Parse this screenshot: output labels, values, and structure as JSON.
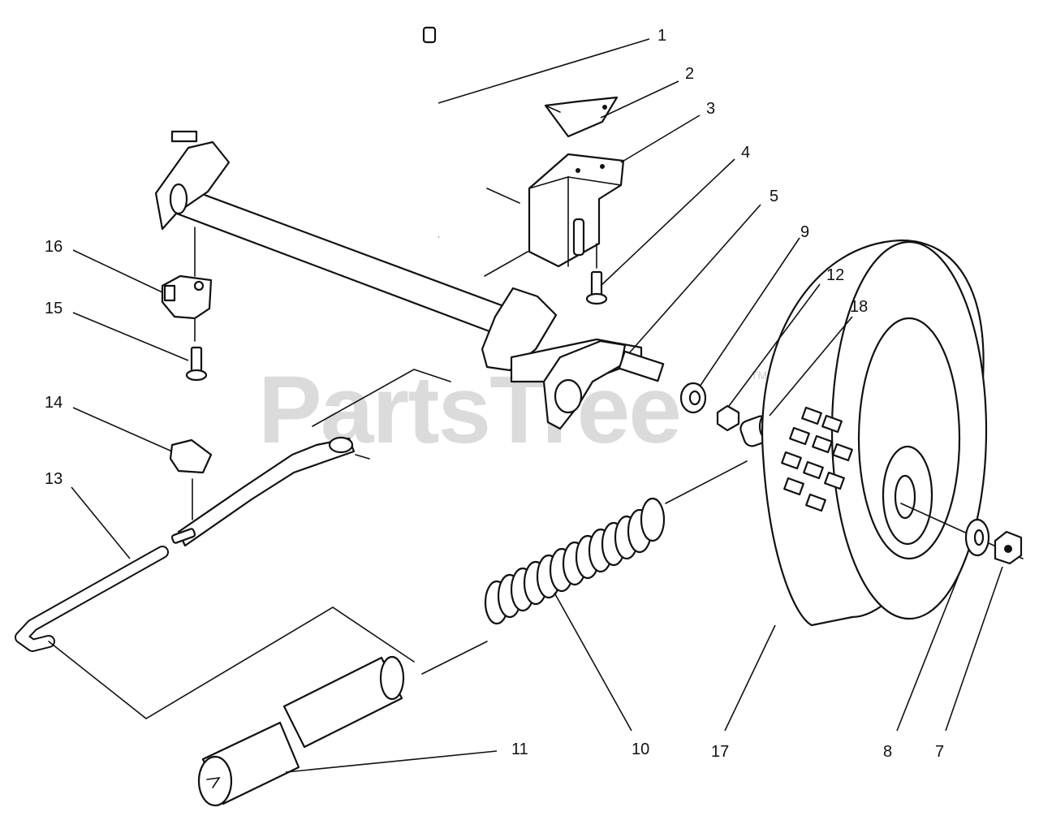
{
  "watermark": {
    "text": "PartsTree",
    "trademark": "TM"
  },
  "callouts": [
    {
      "id": "1",
      "label": "1"
    },
    {
      "id": "2",
      "label": "2"
    },
    {
      "id": "3",
      "label": "3"
    },
    {
      "id": "4",
      "label": "4"
    },
    {
      "id": "5",
      "label": "5"
    },
    {
      "id": "9",
      "label": "9"
    },
    {
      "id": "12",
      "label": "12"
    },
    {
      "id": "18",
      "label": "18"
    },
    {
      "id": "16",
      "label": "16"
    },
    {
      "id": "15",
      "label": "15"
    },
    {
      "id": "14",
      "label": "14"
    },
    {
      "id": "13",
      "label": "13"
    },
    {
      "id": "11",
      "label": "11"
    },
    {
      "id": "10",
      "label": "10"
    },
    {
      "id": "17",
      "label": "17"
    },
    {
      "id": "8",
      "label": "8"
    },
    {
      "id": "7",
      "label": "7"
    }
  ]
}
